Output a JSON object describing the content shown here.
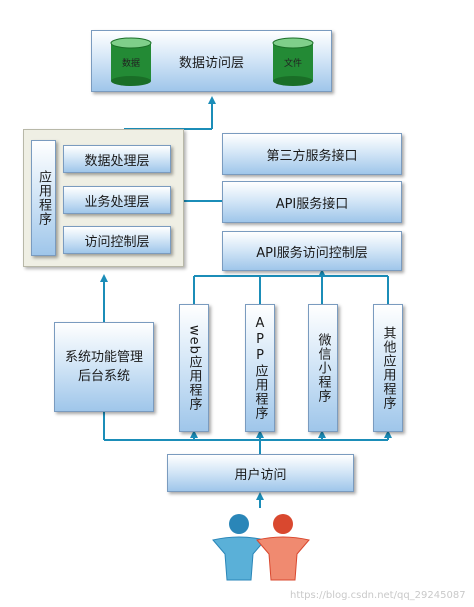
{
  "data_access_layer": {
    "label": "数据访问层",
    "db_label": "数据",
    "file_label": "文件"
  },
  "app_program_label": "应用程序",
  "data_processing_layer": "数据处理层",
  "business_processing_layer": "业务处理层",
  "access_control_layer": "访问控制层",
  "third_party_interface": "第三方服务接口",
  "api_service_interface": "API服务接口",
  "api_access_control_layer": "API服务访问控制层",
  "admin_system": "系统功能管理后台系统",
  "clients": [
    {
      "label": "web应用程序"
    },
    {
      "label": "APP应用程序"
    },
    {
      "label": "微信小程序"
    },
    {
      "label": "其他应用程序"
    }
  ],
  "user_access": "用户访问",
  "watermark": "https://blog.csdn.net/qq_29245087",
  "colors": {
    "arrow": "#1b8db8",
    "box_top": "#ffffff",
    "box_bottom": "#9fc6ea",
    "db_green": "#1f7a2e",
    "panel": "#efefe4",
    "user_blue": "#2a86b8",
    "user_red": "#d9482f"
  }
}
